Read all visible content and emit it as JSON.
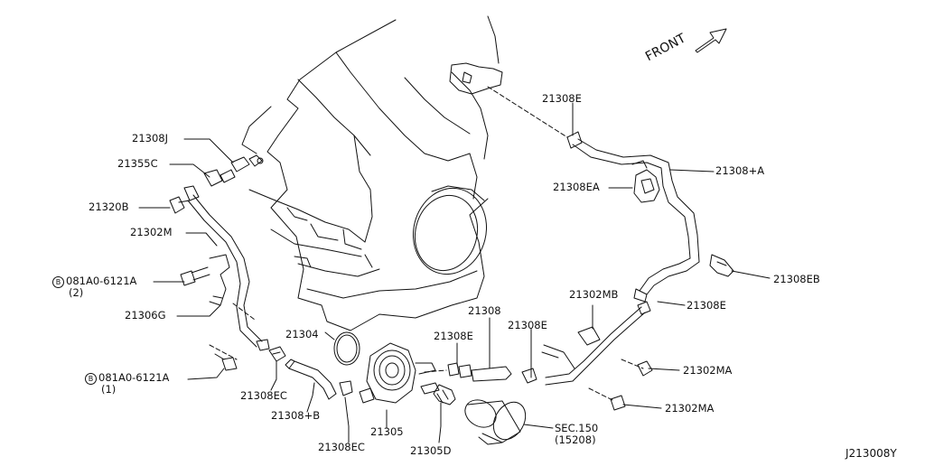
{
  "diagram": {
    "front_label": "FRONT",
    "figure_id": "J213008Y",
    "callouts": {
      "p21308J": "21308J",
      "p21355C": "21355C",
      "p21320B": "21320B",
      "p21302M": "21302M",
      "bolt_upper_symbol": "B",
      "bolt_upper_code": "081A0-6121A",
      "bolt_upper_qty": "(2)",
      "p21306G": "21306G",
      "bolt_lower_symbol": "B",
      "bolt_lower_code": "081A0-6121A",
      "bolt_lower_qty": "(1)",
      "p21308EC_left": "21308EC",
      "p21304": "21304",
      "p21308B": "21308+B",
      "p21308EC_bottom": "21308EC",
      "p21305": "21305",
      "p21305D": "21305D",
      "p21308E_mid": "21308E",
      "p21308": "21308",
      "p21308E_right": "21308E",
      "p21308E_top": "21308E",
      "p21308EA": "21308EA",
      "p21308A": "21308+A",
      "p21308EB": "21308EB",
      "p21308E_side": "21308E",
      "p21302MB": "21302MB",
      "p21302MA_upper": "21302MA",
      "p21302MA_lower": "21302MA",
      "sec_ref": "SEC.150",
      "sec_sub": "(15208)"
    }
  }
}
